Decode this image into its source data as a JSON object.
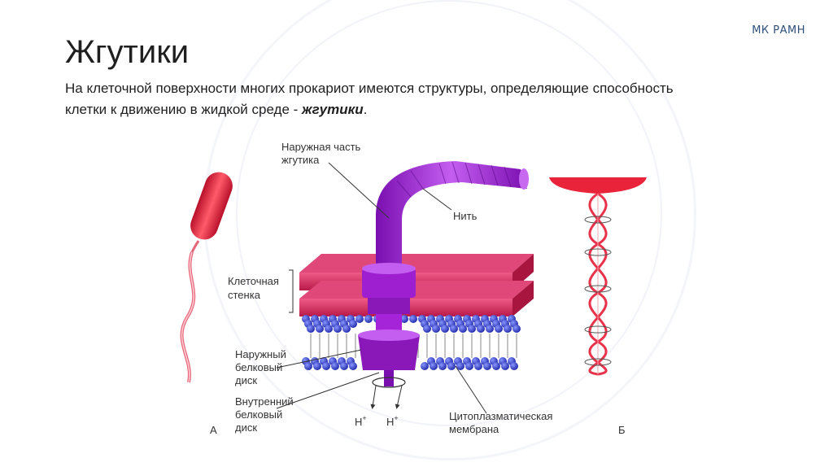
{
  "brand": "МК РАМН",
  "title": "Жгутики",
  "intro": {
    "text": "На клеточной поверхности многих прокариот имеются структуры, определяющие способность клетки к движению в жидкой среде - ",
    "emphasis": "жгутики",
    "end": "."
  },
  "labels": {
    "outer_part": [
      "Наружная часть",
      "жгутика"
    ],
    "filament": "Нить",
    "cell_wall": [
      "Клеточная",
      "стенка"
    ],
    "outer_disc": [
      "Наружный",
      "белковый",
      "диск"
    ],
    "inner_disc": [
      "Внутренний",
      "белковый",
      "диск"
    ],
    "proton": "H",
    "proton_sup": "+",
    "membrane": [
      "Цитоплазматическая",
      "мембрана"
    ],
    "panel_a": "А",
    "panel_b": "Б"
  },
  "colors": {
    "flagellum": "#a523d8",
    "cell_wall": "#d9265a",
    "membrane": "#3344cc",
    "bacterium": "#e8334a"
  }
}
